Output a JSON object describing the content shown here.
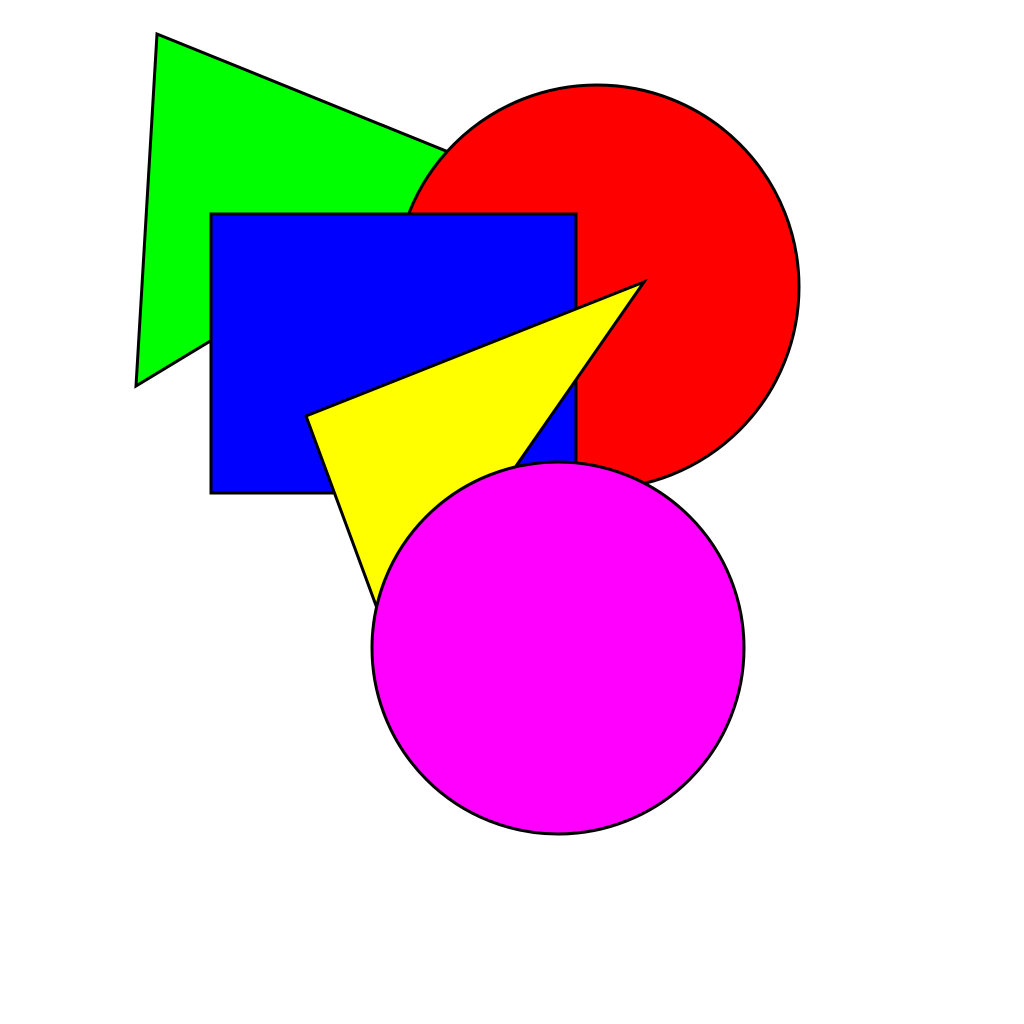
{
  "canvas": {
    "background": "#ffffff"
  },
  "shapes": [
    {
      "id": "green-triangle",
      "kind": "triangle",
      "fill": "#00ff00",
      "stroke": "#000000"
    },
    {
      "id": "red-circle",
      "kind": "circle",
      "fill": "#ff0000",
      "stroke": "#000000"
    },
    {
      "id": "blue-square",
      "kind": "square",
      "fill": "#0000ff",
      "stroke": "#000000"
    },
    {
      "id": "yellow-triangle",
      "kind": "triangle",
      "fill": "#ffff00",
      "stroke": "#000000"
    },
    {
      "id": "magenta-circle",
      "kind": "circle",
      "fill": "#ff00ff",
      "stroke": "#000000"
    }
  ]
}
